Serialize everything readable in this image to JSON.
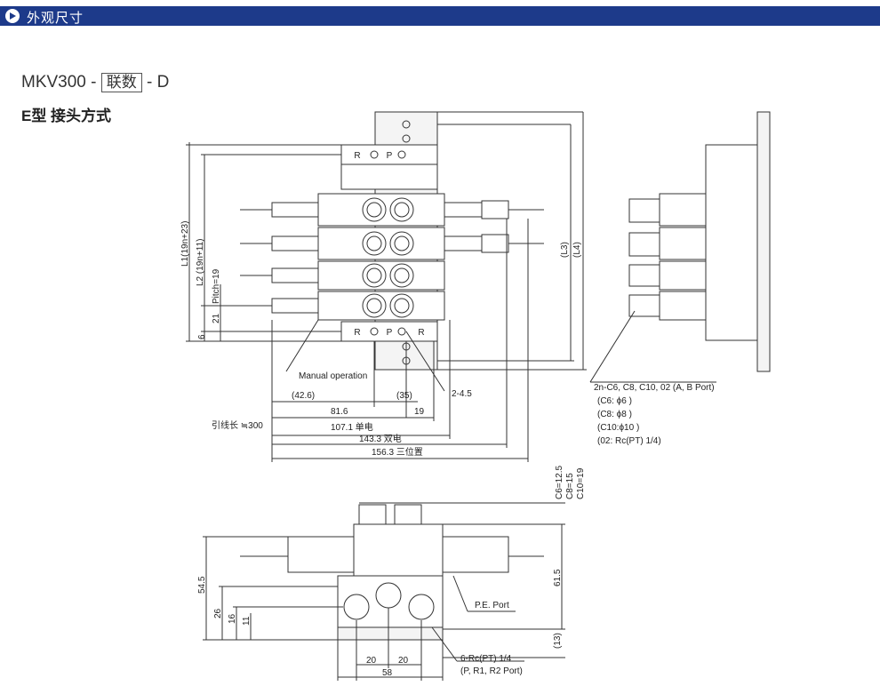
{
  "header": {
    "title": "外观尺寸",
    "icon": "arrow-circle-icon",
    "color": "#1d3a8a"
  },
  "model": {
    "prefix": "MKV300",
    "sep1": "-",
    "box": "联数",
    "sep2": "-",
    "suffix": "D"
  },
  "subtitle": "E型 接头方式",
  "top_view": {
    "L1": "L1(19n+23)",
    "L2": "L2 (19n+11)",
    "pitch": "Pitch=19",
    "d21": "21",
    "d6": "6",
    "L3": "(L3)",
    "L4": "(L4)",
    "manual": "Manual operation",
    "d42_6": "(42.6)",
    "d35": "(35)",
    "d2_4_5": "2-4.5",
    "d81_6": "81.6",
    "d19": "19",
    "lead": "引线长 ≒300",
    "d107_1": "107.1 单电",
    "d143_3": "143.3 双电",
    "d156_3": "156.3 三位置",
    "port_R": "R",
    "port_P": "P"
  },
  "side_view": {
    "ports_title": "2n-C6,  C8,  C10,  02 (A, B Port)",
    "c6": "(C6:  ϕ6 )",
    "c8": "(C8:  ϕ8 )",
    "c10": "(C10:ϕ10 )",
    "r02": "(02: Rc(PT) 1/4)"
  },
  "front_view": {
    "c6": "C6=12.5",
    "c8": "C8=15",
    "c10": "C10=19",
    "d61_5": "61.5",
    "d54_5": "54.5",
    "d26": "26",
    "d16": "16",
    "d11": "11",
    "d13": "(13)",
    "pe": "P.E. Port",
    "rc": "6-Rc(PT)  1/4",
    "rc_ports": "(P, R1, R2 Port)",
    "d20a": "20",
    "d20b": "20",
    "d58": "58"
  }
}
